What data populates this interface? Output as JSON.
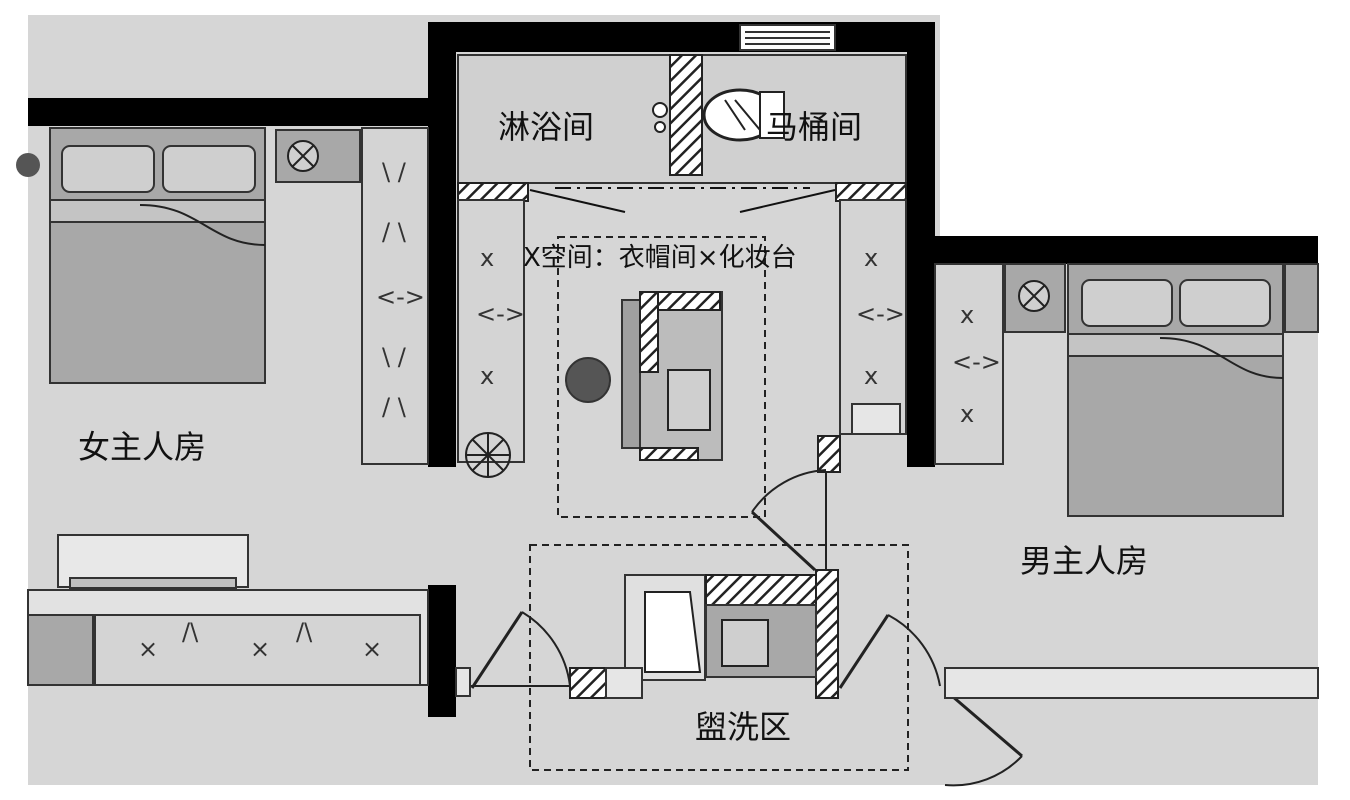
{
  "colors": {
    "floor": "#d6d6d6",
    "outside": "#ffffff",
    "wall": "#000000",
    "furniture": "#a8a8a8",
    "cabinet": "#d4d4d4"
  },
  "rooms": {
    "shower": "淋浴间",
    "toilet": "马桶间",
    "x_space": "X空间：衣帽间×化妆台",
    "female_master": "女主人房",
    "male_master": "男主人房",
    "washing": "盥洗区"
  },
  "icons": [
    "door-swing-icon",
    "wardrobe-cross-icon",
    "exhaust-fan-icon",
    "plant-icon",
    "stool-icon",
    "sink-icon",
    "toilet-icon"
  ]
}
